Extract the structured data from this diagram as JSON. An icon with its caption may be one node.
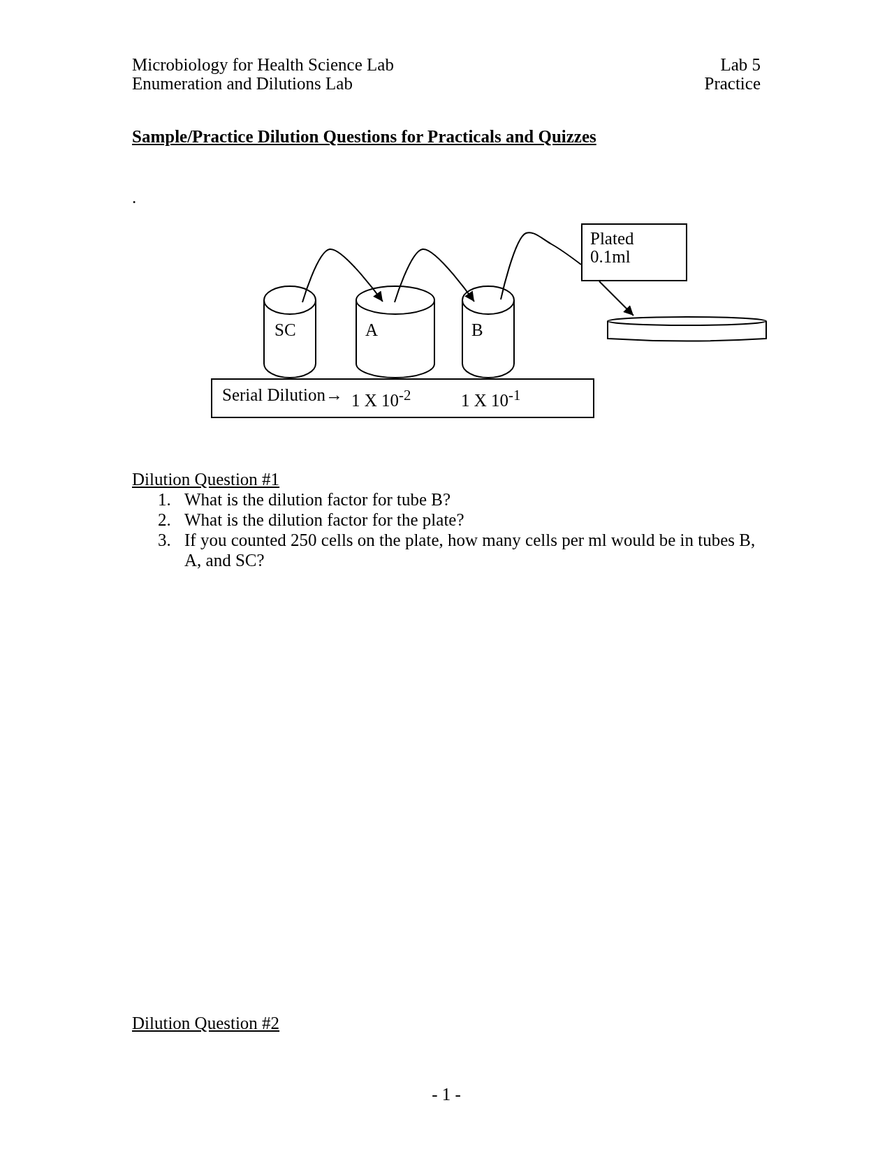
{
  "diagram": {
    "title": "Sample/Practice Dilution Questions for Practicals and Quizzes",
    "nodes": [
      {
        "text": [
          "SC"
        ]
      },
      {
        "text": [
          "A"
        ]
      },
      {
        "text": [
          "B"
        ]
      },
      {
        "text": [
          "Plated 0.1ml"
        ]
      },
      {
        "text": [],
        "shape": "dish"
      },
      {
        "text": [
          "Serial Dilution→",
          "1 X 10$^{-2}$",
          "1 X 10$^{-1}$"
        ]
      }
    ],
    "edges": [
      {
        "from": 0,
        "to": 1,
        "arrow": "to"
      },
      {
        "from": 1,
        "to": 2,
        "arrow": "to"
      },
      {
        "from": 2,
        "to": 3,
        "arrow": "none"
      },
      {
        "from": 3,
        "to": 4,
        "arrow": "to"
      }
    ],
    "labels": [
      "Microbiology for Health Science Lab",
      "Lab 5",
      "Enumeration and Dilutions Lab",
      "Practice",
      ".",
      "Dilution Question #1",
      "1.",
      "What is the dilution factor for tube B?",
      "2.",
      "What is the dilution factor for the plate?",
      "3.",
      "If you counted 250 cells on the plate, how many cells per ml would be in tubes B, A, and SC?",
      "Dilution Question #2",
      "- 1 -"
    ]
  }
}
